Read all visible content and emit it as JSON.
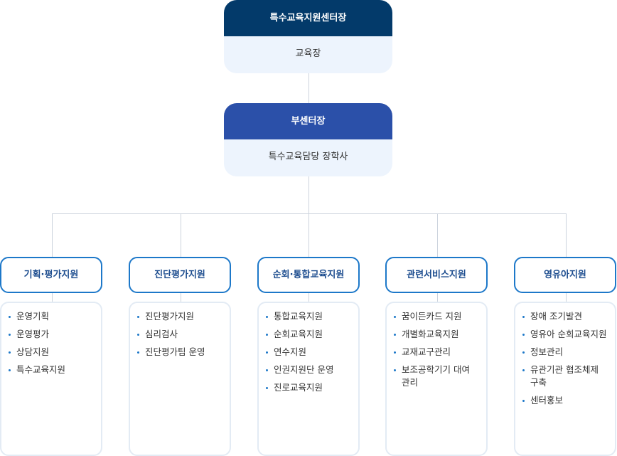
{
  "chart": {
    "director": {
      "title": "특수교육지원센터장",
      "person": "교육장"
    },
    "deputy": {
      "title": "부센터장",
      "person": "특수교육담당 장학사"
    },
    "departments": [
      {
        "name": "기획·평가지원",
        "items": [
          "운영기획",
          "운영평가",
          "상담지원",
          "특수교육지원"
        ]
      },
      {
        "name": "진단평가지원",
        "items": [
          "진단평가지원",
          "심리검사",
          "진단평가팀 운영"
        ]
      },
      {
        "name": "순회·통합교육지원",
        "items": [
          "통합교육지원",
          "순회교육지원",
          "연수지원",
          "인권지원단 운영",
          "진로교육지원"
        ]
      },
      {
        "name": "관련서비스지원",
        "items": [
          "꿈이든카드 지원",
          "개별화교육지원",
          "교재교구관리",
          "보조공학기기 대여 관리"
        ]
      },
      {
        "name": "영유아지원",
        "items": [
          "장애 조기발견",
          "영유아 순회교육지원",
          "정보관리",
          "유관기관 협조체제 구축",
          "센터홍보"
        ]
      }
    ]
  },
  "colors": {
    "director_header": "#033a6a",
    "deputy_header": "#2b50a9",
    "top_body_bg": "#edf4fd",
    "dept_border": "#1d78c9",
    "dept_title": "#1d4d8f",
    "item_body_border": "#e3ebf4",
    "connector": "#ccd3dd",
    "bullet": "#1d78c9"
  }
}
